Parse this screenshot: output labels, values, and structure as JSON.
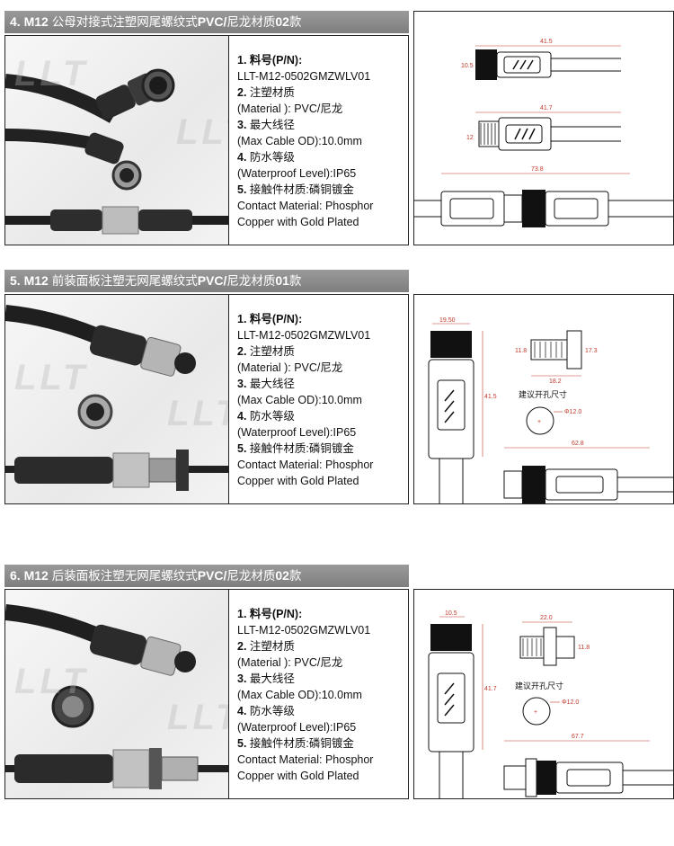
{
  "sections": [
    {
      "header": {
        "prefix": "4. M12",
        "title_zh": "公母对接式注塑网尾螺纹式",
        "suffix": "PVC/",
        "suffix_zh": "尼龙材质",
        "code": "02",
        "tail_zh": "款"
      },
      "watermark": "LLT",
      "specs": [
        {
          "num": "1.",
          "text": "料号(P/N):"
        },
        {
          "num": "",
          "text": "LLT-M12-0502GMZWLV01"
        },
        {
          "num": "2.",
          "text": "注塑材质"
        },
        {
          "num": "",
          "text": "(Material ): PVC/尼龙"
        },
        {
          "num": "3.",
          "text": "最大线径"
        },
        {
          "num": "",
          "text": "(Max Cable OD):10.0mm"
        },
        {
          "num": "4.",
          "text": "防水等级"
        },
        {
          "num": "",
          "text": "(Waterproof Level):IP65"
        },
        {
          "num": "5.",
          "text": "接触件材质:磷铜镀金"
        },
        {
          "num": "",
          "text": "Contact Material: Phosphor"
        },
        {
          "num": "",
          "text": "Copper with Gold Plated"
        }
      ],
      "dims": {
        "d1": "41.5",
        "d2": "10.5",
        "d3": "41.7",
        "d4": "12",
        "d5": "73.8"
      }
    },
    {
      "header": {
        "prefix": "5. M12",
        "title_zh": "前装面板注塑无网尾螺纹式",
        "suffix": "PVC/",
        "suffix_zh": "尼龙材质",
        "code": "01",
        "tail_zh": "款"
      },
      "watermark": "LLT",
      "specs": [
        {
          "num": "1.",
          "text": "料号(P/N):"
        },
        {
          "num": "",
          "text": "LLT-M12-0502GMZWLV01"
        },
        {
          "num": "2.",
          "text": "注塑材质"
        },
        {
          "num": "",
          "text": "(Material ): PVC/尼龙"
        },
        {
          "num": "3.",
          "text": "最大线径"
        },
        {
          "num": "",
          "text": "(Max Cable OD):10.0mm"
        },
        {
          "num": "4.",
          "text": "防水等级"
        },
        {
          "num": "",
          "text": "(Waterproof Level):IP65"
        },
        {
          "num": "5.",
          "text": "接触件材质:磷铜镀金"
        },
        {
          "num": "",
          "text": "Contact Material: Phosphor"
        },
        {
          "num": "",
          "text": "Copper with Gold Plated"
        }
      ],
      "dims": {
        "d1": "19.50",
        "d2": "41.5",
        "d3": "11.8",
        "d4": "17.3",
        "d5": "18.2",
        "d6": "62.8",
        "hole_label": "建议开孔尺寸",
        "hole_dia": "Φ12.0"
      }
    },
    {
      "header": {
        "prefix": "6. M12",
        "title_zh": "后装面板注塑无网尾螺纹式",
        "suffix": "PVC/",
        "suffix_zh": "尼龙材质",
        "code": "02",
        "tail_zh": "款"
      },
      "watermark": "LLT",
      "specs": [
        {
          "num": "1.",
          "text": "料号(P/N):"
        },
        {
          "num": "",
          "text": "LLT-M12-0502GMZWLV01"
        },
        {
          "num": "2.",
          "text": "注塑材质"
        },
        {
          "num": "",
          "text": "(Material ): PVC/尼龙"
        },
        {
          "num": "3.",
          "text": "最大线径"
        },
        {
          "num": "",
          "text": "(Max Cable OD):10.0mm"
        },
        {
          "num": "4.",
          "text": "防水等级"
        },
        {
          "num": "",
          "text": "(Waterproof Level):IP65"
        },
        {
          "num": "5.",
          "text": "接触件材质:磷铜镀金"
        },
        {
          "num": "",
          "text": "Contact Material: Phosphor"
        },
        {
          "num": "",
          "text": "Copper with Gold Plated"
        }
      ],
      "dims": {
        "d1": "10.5",
        "d2": "41.7",
        "d3": "22.0",
        "d4": "11.8",
        "d6": "67.7",
        "hole_label": "建议开孔尺寸",
        "hole_dia": "Φ12.0"
      }
    }
  ]
}
